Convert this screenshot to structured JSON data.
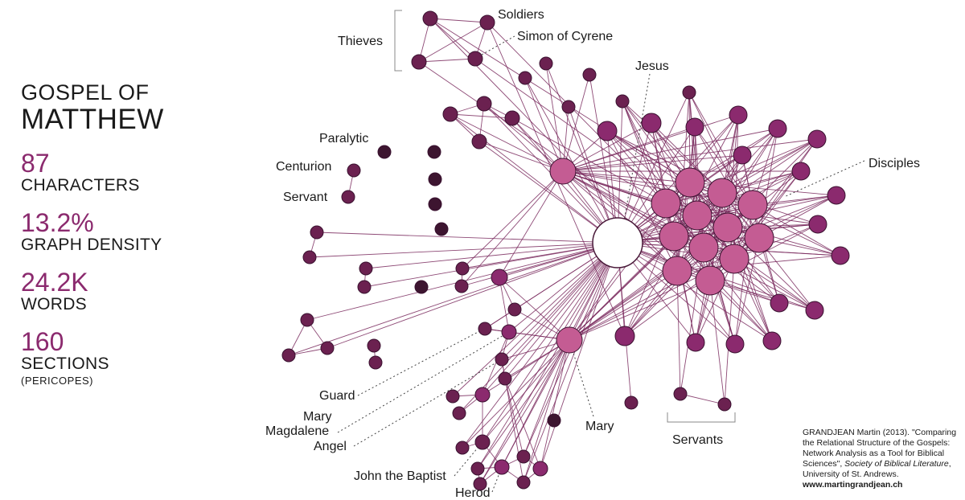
{
  "title": {
    "line1": "GOSPEL OF",
    "line2": "MATTHEW"
  },
  "stats": [
    {
      "value": "87",
      "label": "CHARACTERS"
    },
    {
      "value": "13.2%",
      "label": "GRAPH DENSITY"
    },
    {
      "value": "24.2K",
      "label": "WORDS"
    },
    {
      "value": "160",
      "label": "SECTIONS",
      "sub": "(PERICOPES)"
    }
  ],
  "labels": {
    "thieves": "Thieves",
    "soldiers": "Soldiers",
    "simon": "Simon of Cyrene",
    "jesus": "Jesus",
    "paralytic": "Paralytic",
    "centurion": "Centurion",
    "servant": "Servant",
    "disciples": "Disciples",
    "guard": "Guard",
    "mary_magdalene_1": "Mary",
    "mary_magdalene_2": "Magdalene",
    "angel": "Angel",
    "mary": "Mary",
    "servants": "Servants",
    "john": "John the Baptist",
    "herod": "Herod"
  },
  "citation": {
    "text1": "GRANDJEAN Martin (2013). \"Comparing the Relational Structure of the Gospels: Network Analysis as a Tool for Biblical Sciences\", ",
    "journal": "Society of Biblical Literature",
    "text2": ", University of St. Andrews.",
    "url": "www.martingrandjean.ch"
  },
  "colors": {
    "node_dark": "#6b2150",
    "node_darkest": "#3d1530",
    "node_medium": "#8b2a6e",
    "node_light": "#c45c93",
    "edge": "#7a2a5e",
    "accent": "#8b2a6e"
  }
}
